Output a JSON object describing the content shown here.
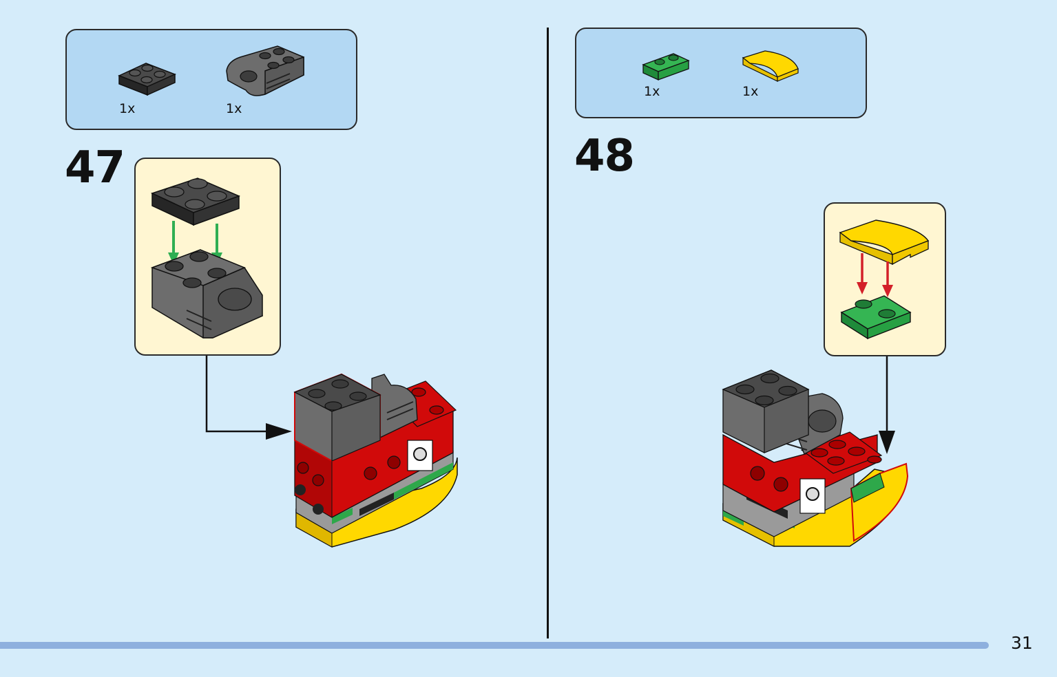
{
  "steps": [
    {
      "number": "47",
      "parts": [
        {
          "qty": "1x",
          "icon": "dark-gray-2x2-plate-icon",
          "color": "#3b3b3b"
        },
        {
          "qty": "1x",
          "icon": "gray-clip-brick-icon",
          "color": "#6d6d6d"
        }
      ]
    },
    {
      "number": "48",
      "parts": [
        {
          "qty": "1x",
          "icon": "green-1x2-plate-icon",
          "color": "#2ea84a"
        },
        {
          "qty": "1x",
          "icon": "yellow-curved-slope-icon",
          "color": "#ffd800"
        }
      ]
    }
  ],
  "page_number": "31",
  "colors": {
    "background": "#d5ecfa",
    "parts_box": "#b3d8f3",
    "callout": "#fff6d2",
    "progress": "#8eb0de",
    "red_brick": "#d10a0a",
    "yellow_brick": "#ffd800",
    "green_brick": "#2ea84a",
    "arrow_green": "#2fae52",
    "arrow_red": "#d32029"
  }
}
